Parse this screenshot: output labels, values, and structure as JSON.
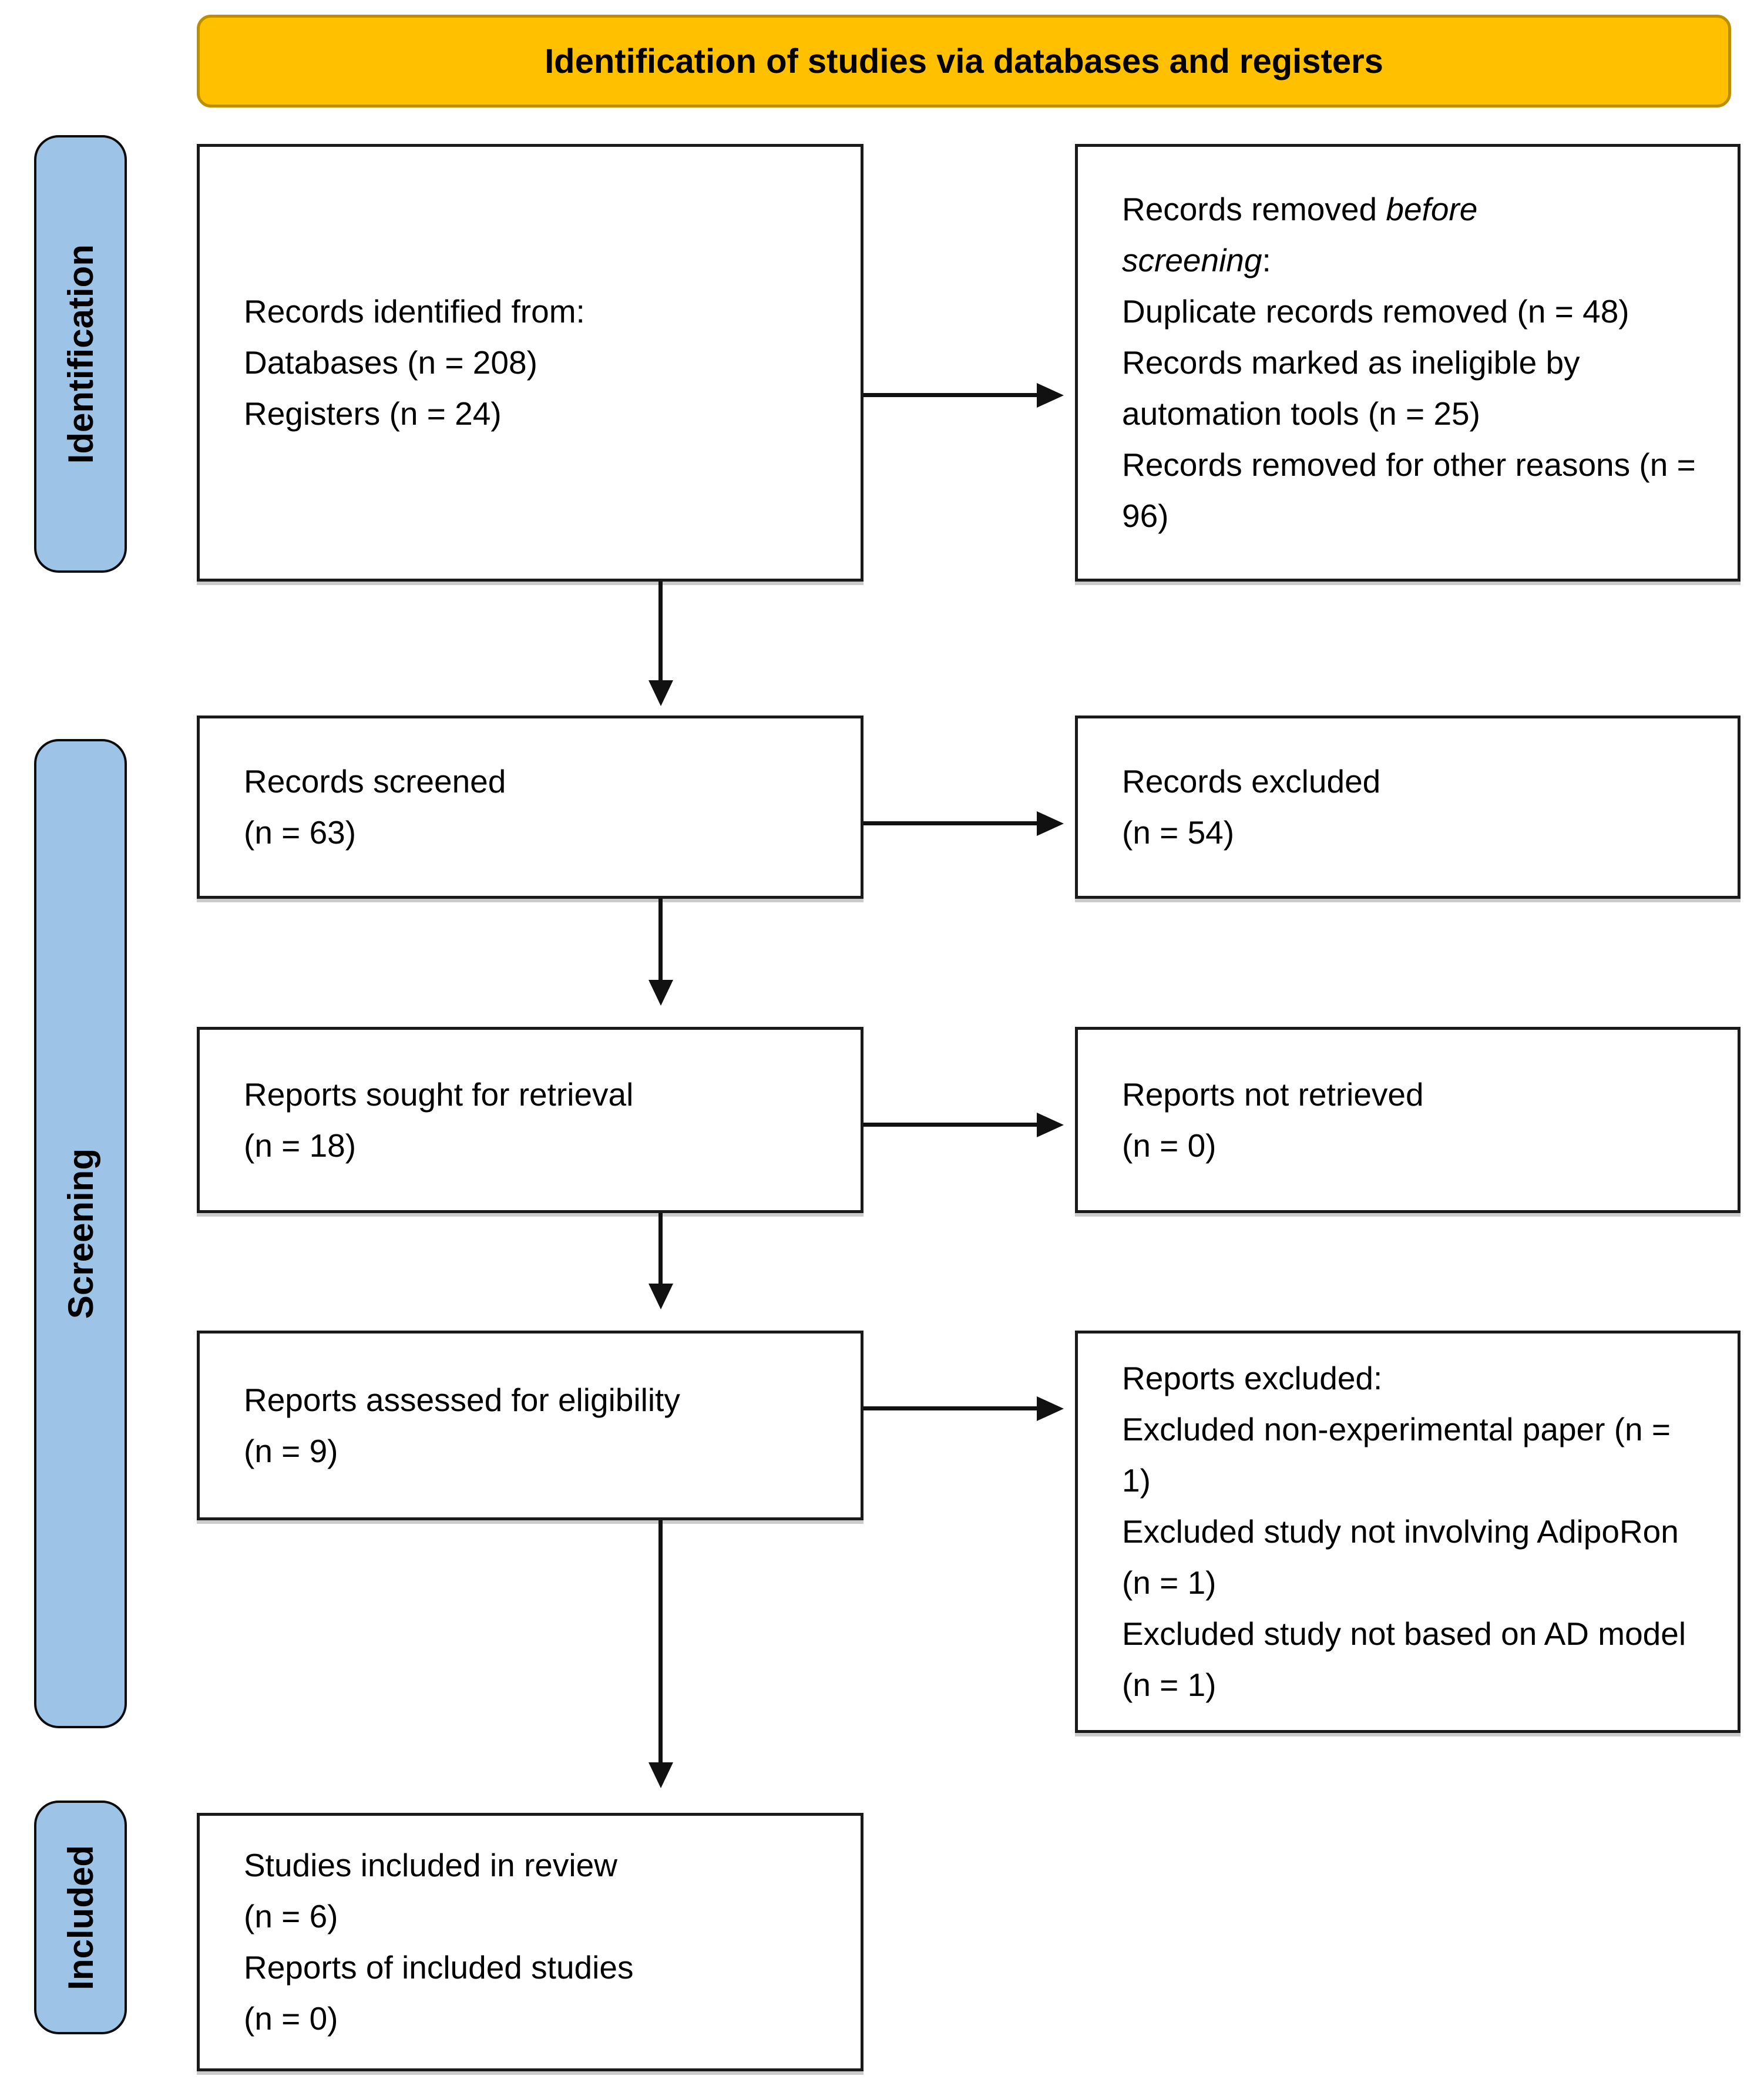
{
  "title": "Identification of studies via databases and registers",
  "sidebar": {
    "identification": "Identification",
    "screening": "Screening",
    "included": "Included"
  },
  "left_column": {
    "records_identified": [
      "Records identified from:",
      "Databases (n = 208)",
      "Registers (n = 24)"
    ],
    "records_screened": [
      "Records screened",
      "(n = 63)"
    ],
    "reports_sought": [
      "Reports sought for retrieval",
      "(n = 18)"
    ],
    "reports_assessed": [
      "Reports assessed for eligibility",
      "(n = 9)"
    ],
    "studies_included": [
      "Studies included in review",
      "(n = 6)",
      "Reports of included studies",
      "(n = 0)"
    ]
  },
  "right_column": {
    "records_removed": {
      "line1_normal": "Records removed ",
      "line1_italic": "before",
      "line2_italic": "screening",
      "line2_normal": ":",
      "items": [
        "Duplicate records removed  (n = 48)",
        "Records marked as ineligible by automation tools (n = 25)",
        "Records removed for other reasons (n = 96)"
      ]
    },
    "records_excluded": [
      "Records excluded",
      "(n = 54)"
    ],
    "reports_not_retrieved": [
      "Reports not retrieved",
      "(n = 0)"
    ],
    "reports_excluded": [
      "Reports excluded:",
      "Excluded non-experimental paper (n = 1)",
      "Excluded study not involving AdipoRon (n = 1)",
      "Excluded study not based on AD model (n = 1)"
    ]
  },
  "colors": {
    "banner_fill": "#FFC000",
    "banner_border": "#BB8F00",
    "sidebar_fill": "#9DC3E6",
    "box_border": "#1a1a1a",
    "arrow": "#111111"
  }
}
